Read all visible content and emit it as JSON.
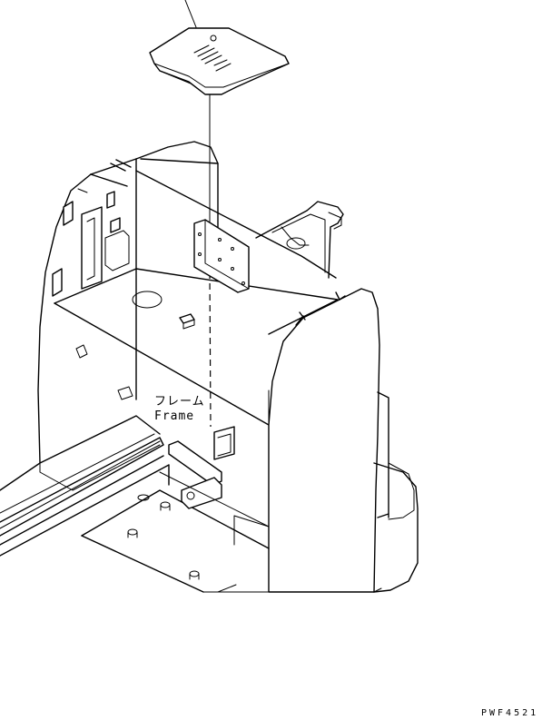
{
  "diagram": {
    "label_japanese": "フレーム",
    "label_english": "Frame",
    "drawing_code": "PWF4521"
  }
}
